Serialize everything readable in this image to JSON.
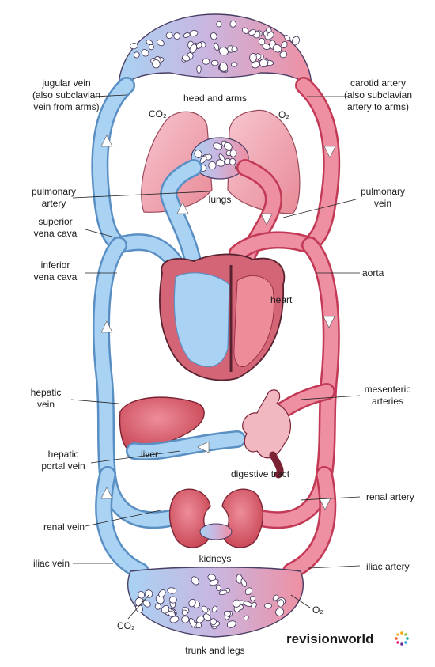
{
  "labels": {
    "head_and_arms": "head and arms",
    "co2_top": "CO₂",
    "o2_top": "O₂",
    "lungs": "lungs",
    "jugular_1": "jugular vein",
    "jugular_2": "(also subclavian",
    "jugular_3": "vein from arms)",
    "carotid_1": "carotid artery",
    "carotid_2": "(also subclavian",
    "carotid_3": "artery to arms)",
    "pulm_artery_1": "pulmonary",
    "pulm_artery_2": "artery",
    "pulm_vein_1": "pulmonary",
    "pulm_vein_2": "vein",
    "sup_vc_1": "superior",
    "sup_vc_2": "vena cava",
    "inf_vc_1": "inferior",
    "inf_vc_2": "vena cava",
    "aorta": "aorta",
    "heart": "heart",
    "hepatic_vein_1": "hepatic",
    "hepatic_vein_2": "vein",
    "mesenteric_1": "mesenteric",
    "mesenteric_2": "arteries",
    "liver": "liver",
    "hep_portal_1": "hepatic",
    "hep_portal_2": "portal vein",
    "digestive": "digestive tract",
    "renal_artery": "renal artery",
    "renal_vein": "renal vein",
    "kidneys": "kidneys",
    "iliac_vein": "iliac vein",
    "iliac_artery": "iliac artery",
    "co2_bottom": "CO₂",
    "o2_bottom": "O₂",
    "trunk_legs": "trunk and legs"
  },
  "logo": {
    "text": "revisionworld"
  },
  "colors": {
    "vein": "#a9d2f3",
    "vein_edge": "#5a8fc4",
    "artery": "#ef8fa2",
    "artery_edge": "#c23a55",
    "organ": "#d9606f"
  }
}
